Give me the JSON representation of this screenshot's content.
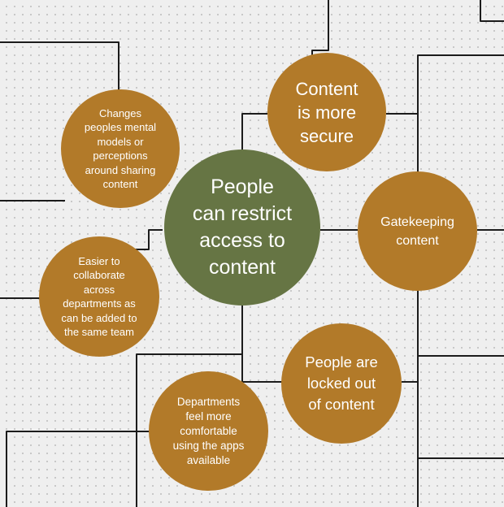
{
  "colors": {
    "background": "#efefef",
    "grid_dot": "#c2c2c2",
    "center_node": "#667544",
    "outcome_node": "#b27a29",
    "connector": "#1c1c1c",
    "node_text": "#ffffff"
  },
  "diagram": {
    "center": {
      "label": "People\ncan restrict\naccess to\ncontent"
    },
    "outcomes": {
      "secure": "Content\nis more\nsecure",
      "gatekeeping": "Gatekeeping\ncontent",
      "mental_models": "Changes\npeoples mental\nmodels or\nperceptions\naround sharing\ncontent",
      "collaborate": "Easier to\ncollaborate\nacross\ndepartments as\ncan be added to\nthe same team",
      "locked_out": "People are\nlocked out\nof content",
      "departments_comfortable": "Departments\nfeel more\ncomfortable\nusing the apps\navailable"
    }
  }
}
